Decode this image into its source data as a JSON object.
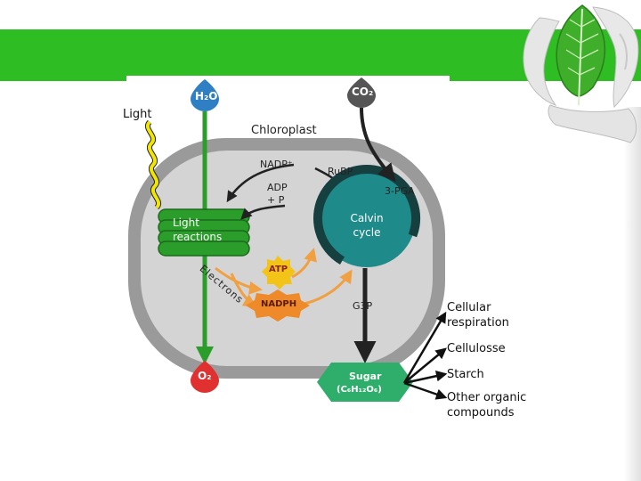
{
  "colors": {
    "band": "#2ebd23",
    "chloroplast_outer": "#9a9a9a",
    "chloroplast_inner": "#d4d4d4",
    "thylakoid": "#2a9d2a",
    "calvin_cycle": "#1e8a8a",
    "electrons_arrow": "#f0a040",
    "atp_box": "#f3c417",
    "nadph_box": "#ef8a2a",
    "h2o_drop": "#2f7fc4",
    "co2_drop": "#555555",
    "o2_drop": "#e03030",
    "sugar_box": "#2eae6a",
    "light_wave": "#f2e600"
  },
  "diagram": {
    "light": "Light",
    "chloroplast": "Chloroplast",
    "nadp_plus": "NADP⁺",
    "adp": "ADP",
    "plus_p": "+ P",
    "rubp": "RuBP",
    "pga": "3-PGA",
    "calvin_cycle": "Calvin cycle",
    "light_reactions": "Light reactions",
    "electrons": "Electrons",
    "atp": "ATP",
    "nadph": "NADPH",
    "g3p": "G3P",
    "h2o": "H₂O",
    "co2": "CO₂",
    "o2": "O₂",
    "sugar": "Sugar",
    "sugar_formula": "(C₆H₁₂O₆)"
  },
  "outputs": [
    "Cellular respiration",
    "Cellulosse",
    "Starch",
    "Other organic compounds"
  ],
  "icons": [
    "hands-holding-leaf-icon",
    "leaf-icon"
  ]
}
